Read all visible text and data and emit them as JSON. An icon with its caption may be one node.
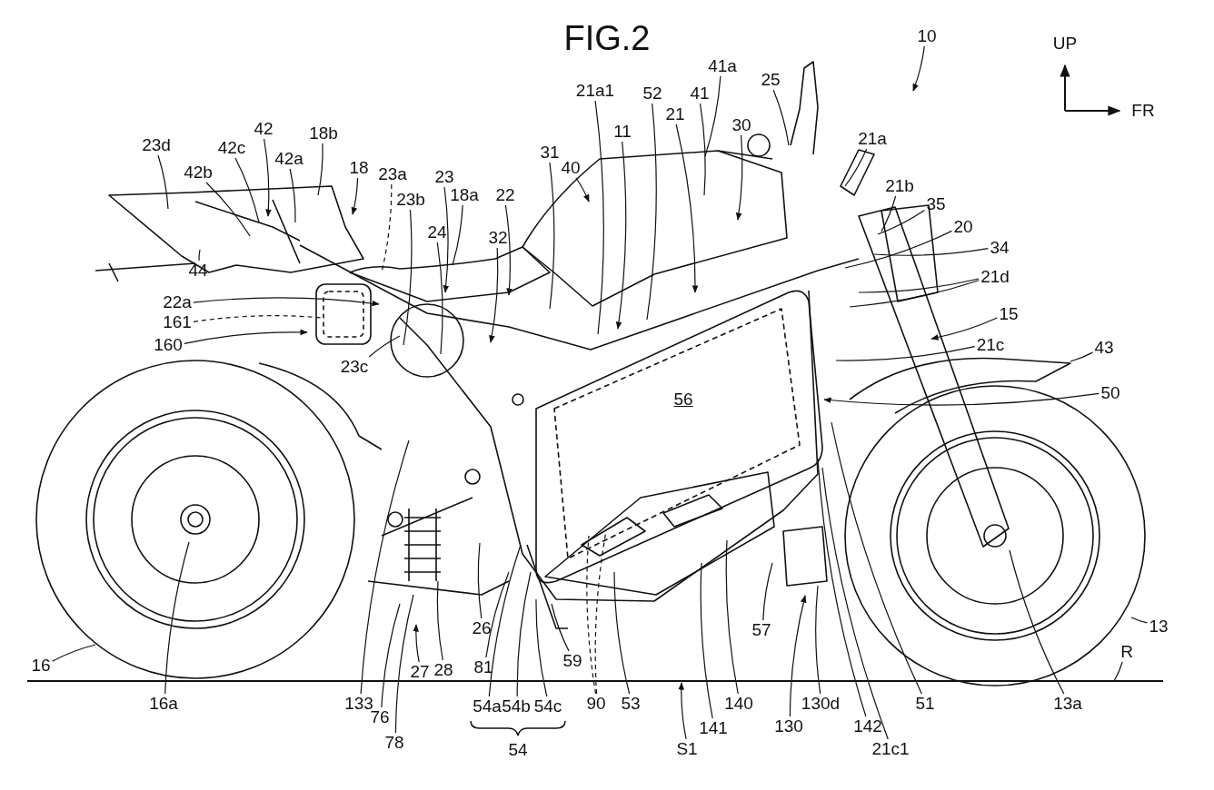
{
  "diagram": {
    "title": "FIG.2",
    "nodes": [
      {
        "text": [
          "10"
        ]
      },
      {
        "text": [
          "41a"
        ]
      },
      {
        "text": [
          "25"
        ]
      },
      {
        "text": [
          "21a1"
        ]
      },
      {
        "text": [
          "52"
        ]
      },
      {
        "text": [
          "41"
        ]
      },
      {
        "text": [
          "21"
        ]
      },
      {
        "text": [
          "30"
        ]
      },
      {
        "text": [
          "11"
        ]
      },
      {
        "text": [
          "42"
        ]
      },
      {
        "text": [
          "18b"
        ]
      },
      {
        "text": [
          "21a"
        ]
      },
      {
        "text": [
          "23d"
        ]
      },
      {
        "text": [
          "42c"
        ]
      },
      {
        "text": [
          "31"
        ]
      },
      {
        "text": [
          "42a"
        ]
      },
      {
        "text": [
          "18"
        ]
      },
      {
        "text": [
          "42b"
        ]
      },
      {
        "text": [
          "40"
        ]
      },
      {
        "text": [
          "23a"
        ]
      },
      {
        "text": [
          "23"
        ]
      },
      {
        "text": [
          "21b"
        ]
      },
      {
        "text": [
          "22"
        ]
      },
      {
        "text": [
          "18a"
        ]
      },
      {
        "text": [
          "23b"
        ]
      },
      {
        "text": [
          "35"
        ]
      },
      {
        "text": [
          "20"
        ]
      },
      {
        "text": [
          "24"
        ]
      },
      {
        "text": [
          "32"
        ]
      },
      {
        "text": [
          "34"
        ]
      },
      {
        "text": [
          "44"
        ]
      },
      {
        "text": [
          "21d"
        ]
      },
      {
        "text": [
          "22a"
        ]
      },
      {
        "text": [
          "15"
        ]
      },
      {
        "text": [
          "161"
        ]
      },
      {
        "text": [
          "160"
        ]
      },
      {
        "text": [
          "21c"
        ]
      },
      {
        "text": [
          "43"
        ]
      },
      {
        "text": [
          "23c"
        ]
      },
      {
        "text": [
          "50"
        ]
      },
      {
        "text": [
          "26"
        ]
      },
      {
        "text": [
          "13"
        ]
      },
      {
        "text": [
          "57"
        ]
      },
      {
        "text": [
          "R"
        ]
      },
      {
        "text": [
          "59"
        ]
      },
      {
        "text": [
          "16"
        ]
      },
      {
        "text": [
          "28"
        ]
      },
      {
        "text": [
          "81"
        ]
      },
      {
        "text": [
          "27"
        ]
      },
      {
        "text": [
          "16a"
        ]
      },
      {
        "text": [
          "133"
        ]
      },
      {
        "text": [
          "54a"
        ]
      },
      {
        "text": [
          "54b"
        ]
      },
      {
        "text": [
          "54c"
        ]
      },
      {
        "text": [
          "90"
        ]
      },
      {
        "text": [
          "53"
        ]
      },
      {
        "text": [
          "140"
        ]
      },
      {
        "text": [
          "130d"
        ]
      },
      {
        "text": [
          "51"
        ]
      },
      {
        "text": [
          "13a"
        ]
      },
      {
        "text": [
          "76"
        ]
      },
      {
        "text": [
          "141"
        ]
      },
      {
        "text": [
          "130"
        ]
      },
      {
        "text": [
          "142"
        ]
      },
      {
        "text": [
          "78"
        ]
      },
      {
        "text": [
          "S1"
        ]
      },
      {
        "text": [
          "21c1"
        ]
      }
    ],
    "edges": [
      {
        "from": 0,
        "to": null,
        "arrow": "to"
      },
      {
        "from": 1,
        "to": null,
        "arrow": "none"
      },
      {
        "from": 2,
        "to": null,
        "arrow": "none"
      },
      {
        "from": 3,
        "to": null,
        "arrow": "none"
      },
      {
        "from": 4,
        "to": null,
        "arrow": "none"
      },
      {
        "from": 5,
        "to": null,
        "arrow": "none"
      },
      {
        "from": 6,
        "to": null,
        "arrow": "to"
      },
      {
        "from": 7,
        "to": null,
        "arrow": "to"
      },
      {
        "from": 8,
        "to": null,
        "arrow": "to"
      },
      {
        "from": 9,
        "to": null,
        "arrow": "to"
      },
      {
        "from": 10,
        "to": null,
        "arrow": "none"
      },
      {
        "from": 11,
        "to": null,
        "arrow": "none"
      },
      {
        "from": 12,
        "to": null,
        "arrow": "none"
      },
      {
        "from": 13,
        "to": null,
        "arrow": "none"
      },
      {
        "from": 14,
        "to": null,
        "arrow": "none"
      },
      {
        "from": 15,
        "to": null,
        "arrow": "none"
      },
      {
        "from": 16,
        "to": null,
        "arrow": "to"
      },
      {
        "from": 17,
        "to": null,
        "arrow": "none"
      },
      {
        "from": 18,
        "to": null,
        "arrow": "to"
      },
      {
        "from": 19,
        "to": null,
        "arrow": "none",
        "style": "dashed"
      },
      {
        "from": 20,
        "to": null,
        "arrow": "to"
      },
      {
        "from": 21,
        "to": null,
        "arrow": "none"
      },
      {
        "from": 22,
        "to": null,
        "arrow": "to"
      },
      {
        "from": 23,
        "to": null,
        "arrow": "none"
      },
      {
        "from": 24,
        "to": null,
        "arrow": "none"
      },
      {
        "from": 25,
        "to": null,
        "arrow": "none"
      },
      {
        "from": 26,
        "to": null,
        "arrow": "none"
      },
      {
        "from": 27,
        "to": null,
        "arrow": "none"
      },
      {
        "from": 28,
        "to": null,
        "arrow": "to"
      },
      {
        "from": 29,
        "to": null,
        "arrow": "none"
      },
      {
        "from": 30,
        "to": null,
        "arrow": "none"
      },
      {
        "from": 31,
        "to": null,
        "arrow": "none"
      },
      {
        "from": 31,
        "to": null,
        "arrow": "none"
      },
      {
        "from": 32,
        "to": null,
        "arrow": "to"
      },
      {
        "from": 33,
        "to": null,
        "arrow": "to"
      },
      {
        "from": 34,
        "to": null,
        "arrow": "none",
        "style": "dashed"
      },
      {
        "from": 35,
        "to": null,
        "arrow": "to"
      },
      {
        "from": 36,
        "to": null,
        "arrow": "none"
      },
      {
        "from": 37,
        "to": null,
        "arrow": "none"
      },
      {
        "from": 38,
        "to": null,
        "arrow": "none"
      },
      {
        "from": 39,
        "to": null,
        "arrow": "to"
      },
      {
        "from": 40,
        "to": null,
        "arrow": "none"
      },
      {
        "from": 41,
        "to": null,
        "arrow": "none"
      },
      {
        "from": 42,
        "to": null,
        "arrow": "none"
      },
      {
        "from": 43,
        "to": null,
        "arrow": "none"
      },
      {
        "from": 44,
        "to": null,
        "arrow": "none"
      },
      {
        "from": 45,
        "to": null,
        "arrow": "none"
      },
      {
        "from": 46,
        "to": null,
        "arrow": "none"
      },
      {
        "from": 47,
        "to": null,
        "arrow": "none"
      },
      {
        "from": 48,
        "to": null,
        "arrow": "to"
      },
      {
        "from": 49,
        "to": null,
        "arrow": "none"
      },
      {
        "from": 50,
        "to": null,
        "arrow": "none"
      },
      {
        "from": 51,
        "to": null,
        "arrow": "none"
      },
      {
        "from": 52,
        "to": null,
        "arrow": "none"
      },
      {
        "from": 53,
        "to": null,
        "arrow": "none"
      },
      {
        "from": 54,
        "to": null,
        "arrow": "none",
        "style": "dashed"
      },
      {
        "from": 54,
        "to": null,
        "arrow": "none",
        "style": "dashed"
      },
      {
        "from": 55,
        "to": null,
        "arrow": "none"
      },
      {
        "from": 56,
        "to": null,
        "arrow": "none"
      },
      {
        "from": 57,
        "to": null,
        "arrow": "none"
      },
      {
        "from": 58,
        "to": null,
        "arrow": "none"
      },
      {
        "from": 59,
        "to": null,
        "arrow": "none"
      },
      {
        "from": 60,
        "to": null,
        "arrow": "none"
      },
      {
        "from": 61,
        "to": null,
        "arrow": "none"
      },
      {
        "from": 62,
        "to": null,
        "arrow": "to"
      },
      {
        "from": 63,
        "to": null,
        "arrow": "none"
      },
      {
        "from": 64,
        "to": null,
        "arrow": "none"
      },
      {
        "from": 65,
        "to": null,
        "arrow": "to"
      },
      {
        "from": 66,
        "to": null,
        "arrow": "none"
      }
    ],
    "labels": [
      "UP",
      "FR",
      "56",
      "54"
    ]
  }
}
